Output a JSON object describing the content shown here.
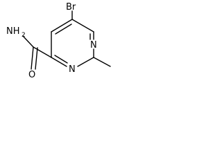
{
  "molecule": {
    "atoms": {
      "bromine": "Br",
      "amide_nitrogen": "NH",
      "amide_nitrogen_subscript": "2",
      "carbonyl_oxygen": "O",
      "ring_nitrogen_1": "N",
      "ring_nitrogen_3": "N"
    },
    "colors": {
      "bond": "#000000",
      "label": "#000000",
      "background": "#ffffff"
    }
  }
}
